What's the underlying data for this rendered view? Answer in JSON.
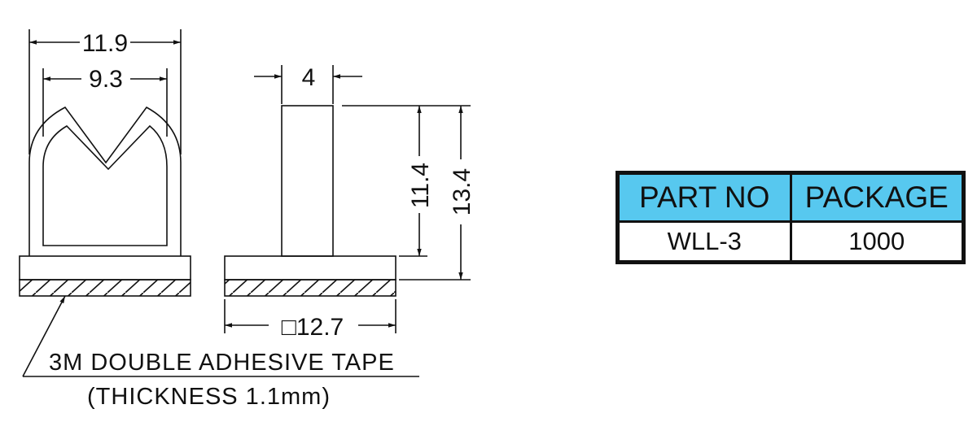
{
  "colors": {
    "line": "#111111",
    "table_header": "#57c8ef",
    "background": "#ffffff"
  },
  "dimensions": {
    "overall_width": "11.9",
    "inner_width": "9.3",
    "stem_width": "4",
    "stem_height": "11.4",
    "total_height": "13.4",
    "base_square": "□12.7"
  },
  "note": {
    "line1": "3M DOUBLE ADHESIVE TAPE",
    "line2": "(THICKNESS 1.1mm)"
  },
  "table": {
    "headers": [
      "PART NO",
      "PACKAGE"
    ],
    "row": [
      "WLL-3",
      "1000"
    ]
  }
}
